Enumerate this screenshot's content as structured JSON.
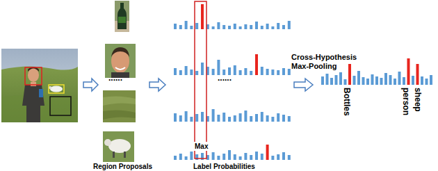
{
  "diagram": {
    "labels": [
      "......",
      "Region Proposals",
      "......",
      "Max",
      "Label Probabilities",
      "Cross-Hypothesis Max-Pooling",
      "Bottles",
      "person",
      "sheep"
    ]
  }
}
